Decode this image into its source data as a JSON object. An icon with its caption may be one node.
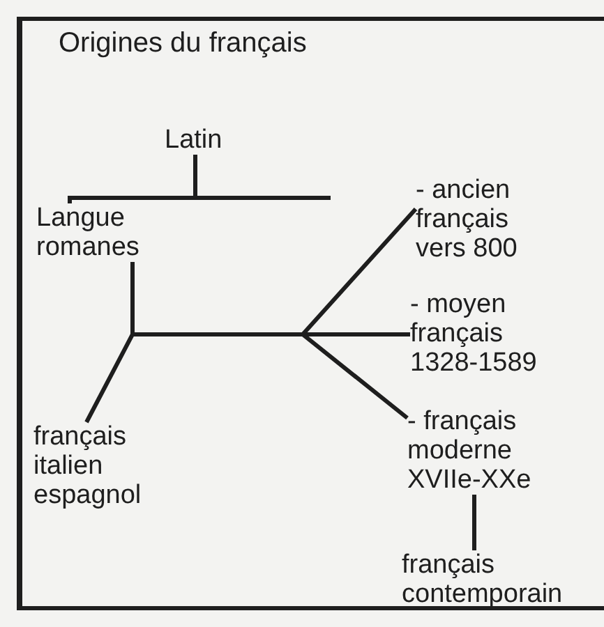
{
  "diagram": {
    "title": "Origines du français",
    "nodes": [
      {
        "text": [
          "Latin"
        ]
      },
      {
        "text": [
          "Langue romanes"
        ]
      },
      {
        "text": [
          "français italien espagnol"
        ]
      },
      {
        "text": [
          "- ancien français vers 800"
        ]
      },
      {
        "text": [
          "- moyen français 1328-1589"
        ]
      },
      {
        "text": [
          "- français moderne XVIIe-XXe"
        ]
      },
      {
        "text": [
          "français contemporain"
        ]
      }
    ],
    "edges": [
      {
        "from": 0,
        "to": 1,
        "arrow": "none"
      },
      {
        "from": 1,
        "to": 2,
        "arrow": "none"
      },
      {
        "from": 1,
        "to": 3,
        "arrow": "none"
      },
      {
        "from": 1,
        "to": 4,
        "arrow": "none"
      },
      {
        "from": 1,
        "to": 5,
        "arrow": "none"
      },
      {
        "from": 5,
        "to": 6,
        "arrow": "none"
      }
    ]
  }
}
